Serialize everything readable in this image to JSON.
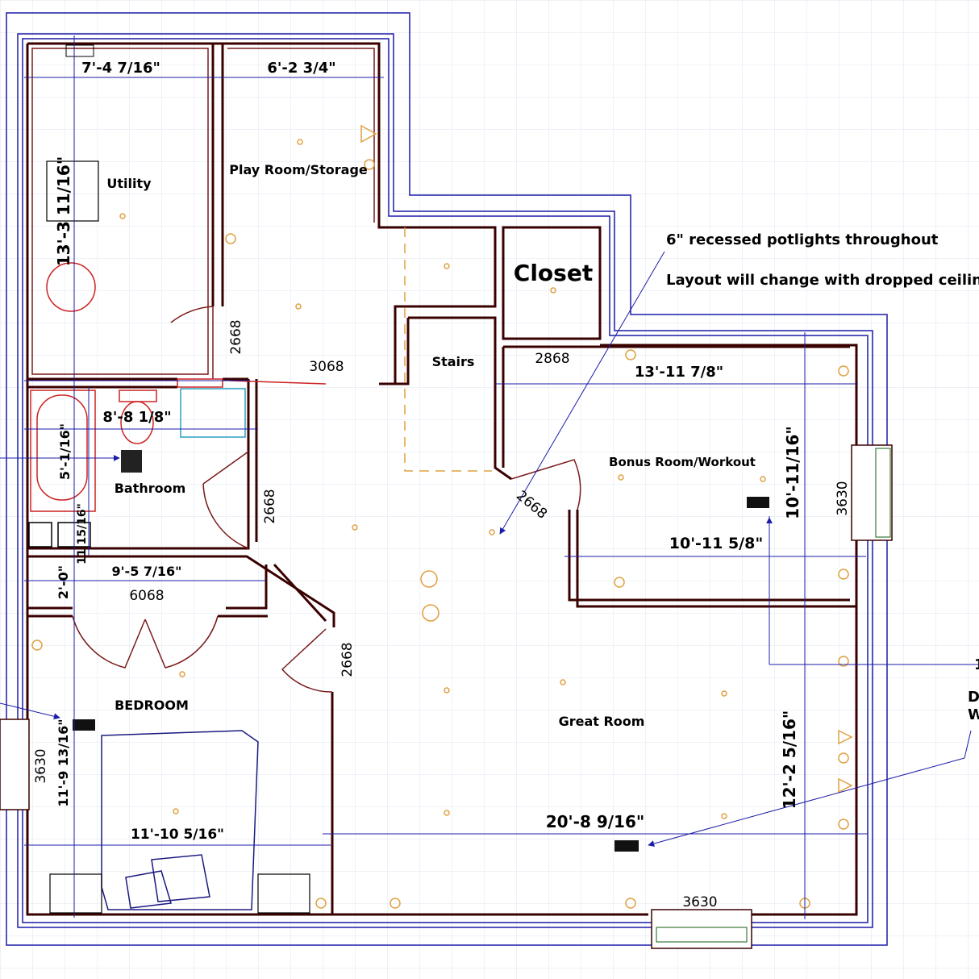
{
  "dimensions": {
    "utility_width": "7'-4 7/16\"",
    "playroom_width": "6'-2 3/4\"",
    "utility_height": "13'-3 11/16\"",
    "bathroom_width": "8'-8 1/8\"",
    "bathroom_height": "5'-1/16\"",
    "small_height": "11 15/16\"",
    "hall_width": "9'-5 7/16\"",
    "hall_height": "2'-0\"",
    "bonus_width": "13'-11 7/8\"",
    "bonus_width2": "10'-11 5/8\"",
    "bonus_height": "10'-11/16\"",
    "great_width": "20'-8 9/16\"",
    "great_height": "12'-2 5/16\"",
    "bedroom_width": "11'-10 5/16\"",
    "bedroom_height": "11'-9 13/16\""
  },
  "rooms": {
    "utility": "Utility",
    "playroom": "Play Room/Storage",
    "closet": "Closet",
    "stairs": "Stairs",
    "bathroom": "Bathroom",
    "bonus": "Bonus Room/Workout",
    "bedroom": "BEDROOM",
    "great": "Great Room"
  },
  "doors": {
    "d_utility": "2668",
    "d_main": "3068",
    "d_closet": "2868",
    "d_bath": "2668",
    "d_bonus": "2668",
    "d_bedroom": "2668",
    "d_hall": "6068",
    "w_bonus": "3630",
    "w_bedroom": "3630",
    "w_great": "3630"
  },
  "notes": {
    "line1": "6\" recessed potlights throughout",
    "line2": "Layout will change with dropped ceiling grid",
    "edge1": "1",
    "edge2": "D",
    "edge3": "W"
  },
  "colors": {
    "outline_blue": "#1c1ca8",
    "wall_dark": "#3a0000",
    "light_orange": "#e0a040",
    "fixture_red": "#cc2222",
    "grid": "#dce6f2"
  }
}
